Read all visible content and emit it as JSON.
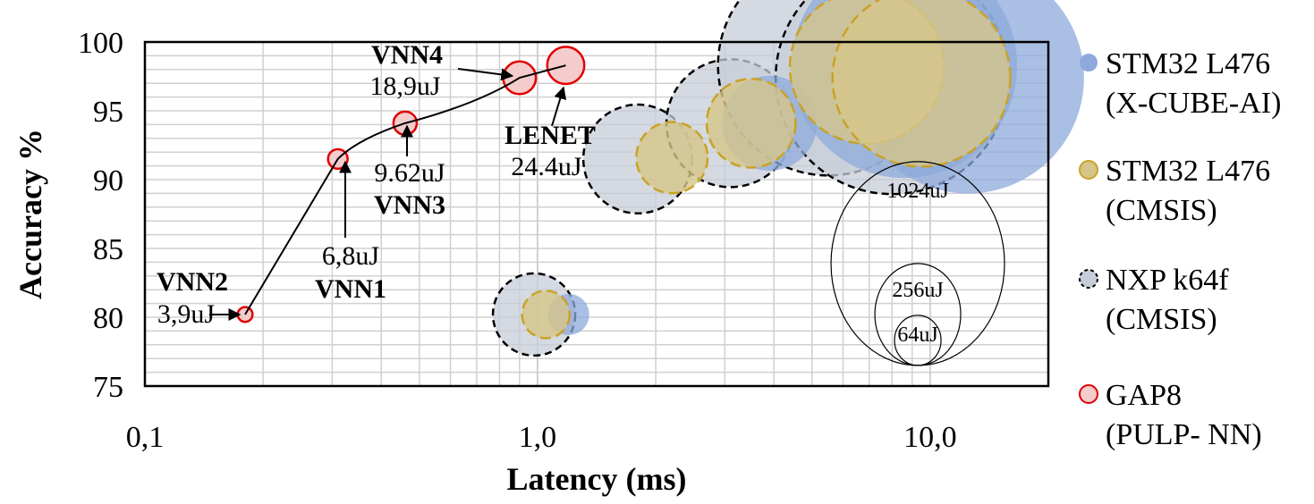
{
  "chart_data": {
    "type": "scatter",
    "subtype": "bubble",
    "xlabel": "Latency (ms)",
    "ylabel": "Accuracy %",
    "x_scale": "log",
    "xlim": [
      0.1,
      20
    ],
    "ylim": [
      75,
      100
    ],
    "x_ticks": [
      "0,1",
      "1,0",
      "10,0"
    ],
    "y_ticks": [
      "75",
      "80",
      "85",
      "90",
      "95",
      "100"
    ],
    "grid": true,
    "legend_position": "right",
    "series": [
      {
        "name_lines": [
          "STM32 L476",
          "(X-CUBE-AI)"
        ],
        "color": "#8eaadb",
        "border": "none",
        "points": [
          {
            "x": 1.2,
            "y": 80.2,
            "energy_uJ": 30
          },
          {
            "x": 3.9,
            "y": 94.1,
            "energy_uJ": 160
          },
          {
            "x": 8.6,
            "y": 98.3,
            "energy_uJ": 900
          },
          {
            "x": 12.5,
            "y": 97.4,
            "energy_uJ": 950
          }
        ]
      },
      {
        "name_lines": [
          "STM32 L476",
          "(CMSIS)"
        ],
        "color": "#d6c58a",
        "border": "#c9a227",
        "points": [
          {
            "x": 1.05,
            "y": 80.2,
            "energy_uJ": 40
          },
          {
            "x": 2.2,
            "y": 91.6,
            "energy_uJ": 90
          },
          {
            "x": 3.5,
            "y": 94.1,
            "energy_uJ": 140
          },
          {
            "x": 6.9,
            "y": 98.2,
            "energy_uJ": 420
          },
          {
            "x": 9.5,
            "y": 97.4,
            "energy_uJ": 560
          }
        ]
      },
      {
        "name_lines": [
          "NXP k64f",
          "(CMSIS)"
        ],
        "color": "#c7cdd8",
        "border": "#000000",
        "dashed": true,
        "points": [
          {
            "x": 0.98,
            "y": 80.2,
            "energy_uJ": 120
          },
          {
            "x": 1.8,
            "y": 91.5,
            "energy_uJ": 210
          },
          {
            "x": 3.1,
            "y": 94.1,
            "energy_uJ": 290
          },
          {
            "x": 5.5,
            "y": 98.3,
            "energy_uJ": 860
          },
          {
            "x": 8.0,
            "y": 97.4,
            "energy_uJ": 960
          }
        ]
      },
      {
        "name_lines": [
          "GAP8",
          "(PULP- NN)"
        ],
        "color": "#f4cccc",
        "border": "#e00000",
        "points": [
          {
            "x": 0.18,
            "y": 80.2,
            "energy_uJ": 3.9
          },
          {
            "x": 0.31,
            "y": 91.5,
            "energy_uJ": 6.8
          },
          {
            "x": 0.46,
            "y": 94.1,
            "energy_uJ": 9.62
          },
          {
            "x": 0.9,
            "y": 97.4,
            "energy_uJ": 18.9
          },
          {
            "x": 1.18,
            "y": 98.3,
            "energy_uJ": 24.4
          }
        ]
      }
    ],
    "annotations": [
      {
        "name": "VNN2",
        "energy": "3,9uJ"
      },
      {
        "name": "VNN1",
        "energy": "6,8uJ"
      },
      {
        "name": "VNN3",
        "energy": "9.62uJ"
      },
      {
        "name": "VNN4",
        "energy": "18,9uJ"
      },
      {
        "name": "LENET",
        "energy": "24.4uJ"
      }
    ],
    "size_legend": [
      "1024uJ",
      "256uJ",
      "64uJ"
    ]
  }
}
